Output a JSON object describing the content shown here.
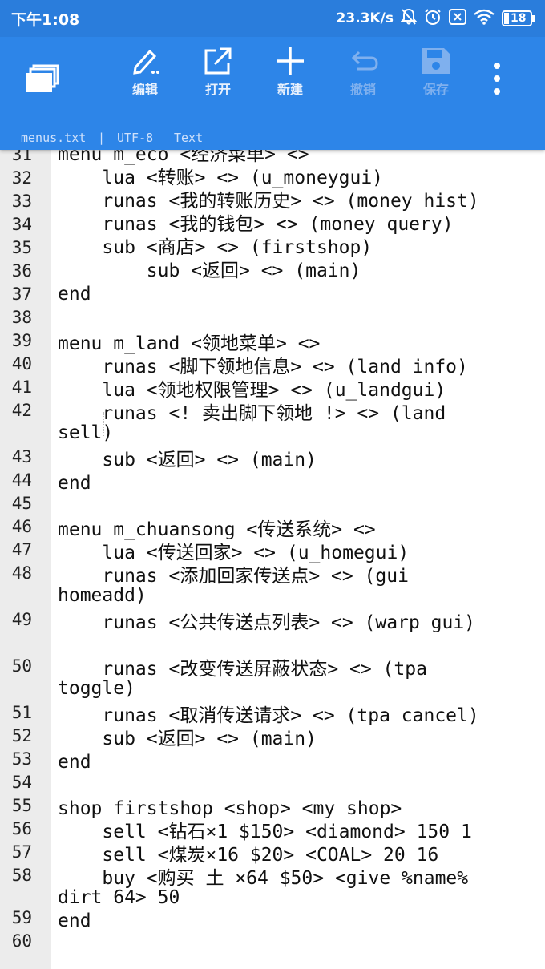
{
  "status_bar": {
    "time": "下午1:08",
    "net_speed": "23.3K/s",
    "battery": "18"
  },
  "toolbar": {
    "edit_label": "编辑",
    "open_label": "打开",
    "new_label": "新建",
    "undo_label": "撤销",
    "save_label": "保存"
  },
  "file_info": {
    "filename": "menus.txt",
    "separator": "|",
    "encoding": "UTF-8",
    "mode": "Text"
  },
  "editor": {
    "lines": [
      {
        "num": "31",
        "text": "menu m_eco <经济菜单> <>"
      },
      {
        "num": "32",
        "text": "    lua <转账> <> (u_moneygui)"
      },
      {
        "num": "33",
        "text": "    runas <我的转账历史> <> (money hist)"
      },
      {
        "num": "34",
        "text": "    runas <我的钱包> <> (money query)"
      },
      {
        "num": "35",
        "text": "    sub <商店> <> (firstshop)"
      },
      {
        "num": "36",
        "text": "        sub <返回> <> (main)"
      },
      {
        "num": "37",
        "text": "end"
      },
      {
        "num": "38",
        "text": ""
      },
      {
        "num": "39",
        "text": "menu m_land <领地菜单> <>"
      },
      {
        "num": "40",
        "text": "    runas <脚下领地信息> <> (land info)"
      },
      {
        "num": "41",
        "text": "    lua <领地权限管理> <> (u_landgui)"
      },
      {
        "num": "42",
        "text": "    runas <! 卖出脚下领地 !> <> (land\nsell)"
      },
      {
        "num": "43",
        "text": "    sub <返回> <> (main)"
      },
      {
        "num": "44",
        "text": "end"
      },
      {
        "num": "45",
        "text": ""
      },
      {
        "num": "46",
        "text": "menu m_chuansong <传送系统> <>"
      },
      {
        "num": "47",
        "text": "    lua <传送回家> <> (u_homegui)"
      },
      {
        "num": "48",
        "text": "    runas <添加回家传送点> <> (gui\nhomeadd)"
      },
      {
        "num": "49",
        "text": "    runas <公共传送点列表> <> (warp gui)"
      },
      {
        "num": "50",
        "text": "    runas <改变传送屏蔽状态> <> (tpa\ntoggle)"
      },
      {
        "num": "51",
        "text": "    runas <取消传送请求> <> (tpa cancel)"
      },
      {
        "num": "52",
        "text": "    sub <返回> <> (main)"
      },
      {
        "num": "53",
        "text": "end"
      },
      {
        "num": "54",
        "text": ""
      },
      {
        "num": "55",
        "text": "shop firstshop <shop> <my shop>"
      },
      {
        "num": "56",
        "text": "    sell <钻石×1 $150> <diamond> 150 1"
      },
      {
        "num": "57",
        "text": "    sell <煤炭×16 $20> <COAL> 20 16"
      },
      {
        "num": "58",
        "text": "    buy <购买 土 ×64 $50> <give %name%\ndirt 64> 50"
      },
      {
        "num": "59",
        "text": "end"
      },
      {
        "num": "60",
        "text": ""
      }
    ]
  }
}
